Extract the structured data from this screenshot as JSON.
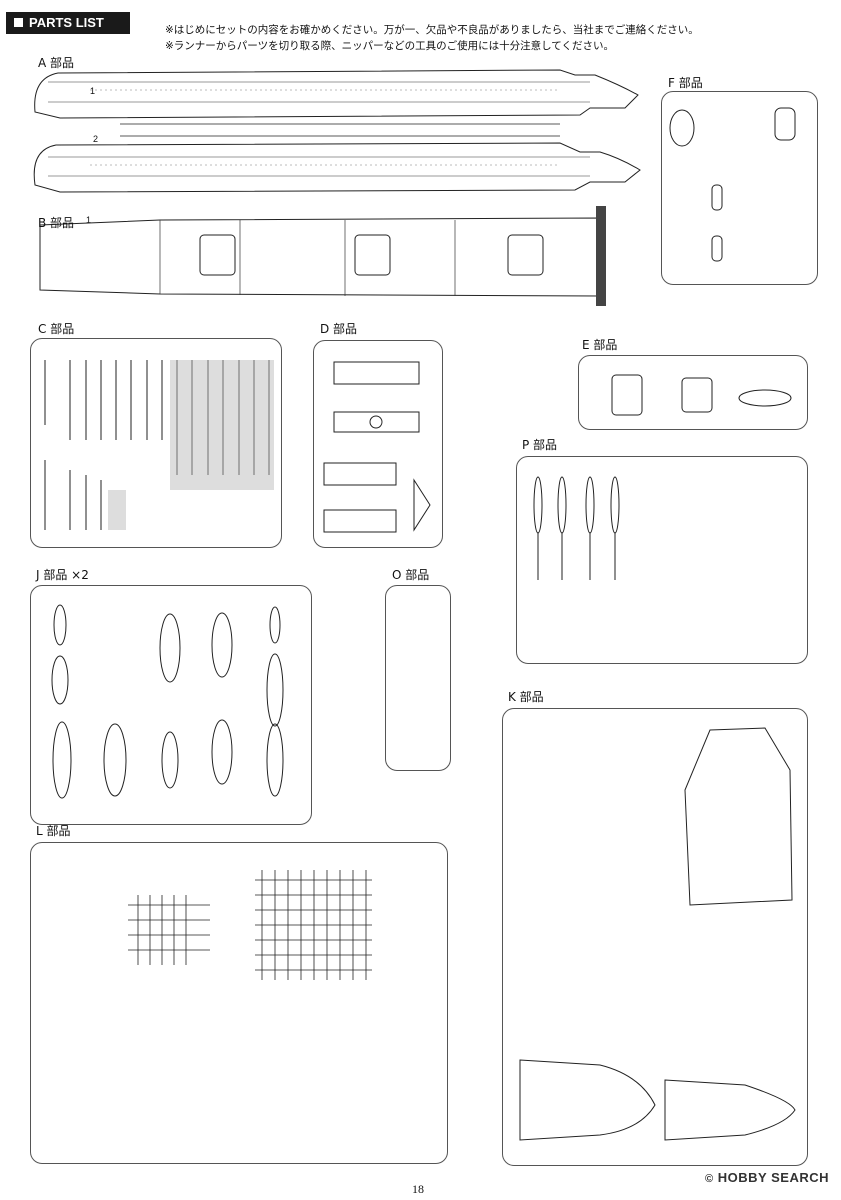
{
  "header": {
    "title": "PARTS LIST"
  },
  "notes": [
    "※はじめにセットの内容をお確かめください。万が一、欠品や不良品がありましたら、当社までご連絡ください。",
    "※ランナーからパーツを切り取る際、ニッパーなどの工具のご使用には十分注意してください。"
  ],
  "sections": {
    "A": "A 部品",
    "B": "B 部品",
    "C": "C 部品",
    "D": "D 部品",
    "E": "E 部品",
    "F": "F 部品",
    "J": "J 部品 ×2",
    "O": "O 部品",
    "P": "P 部品",
    "K": "K 部品",
    "L": "L 部品"
  },
  "page_number": "18",
  "watermark": "HOBBY SEARCH"
}
